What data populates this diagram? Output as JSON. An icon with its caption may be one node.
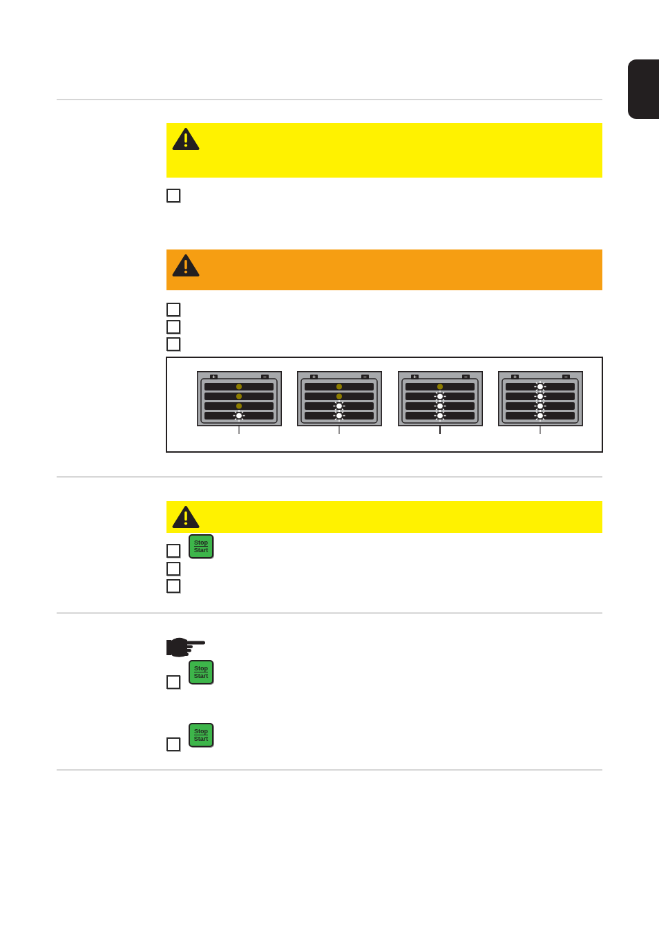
{
  "diagram": {
    "nodes": [
      {
        "text": [],
        "shape": "box"
      },
      {
        "text": [
          "Stop",
          "Start"
        ]
      },
      {
        "text": [
          "Stop",
          "Start"
        ]
      },
      {
        "text": [
          "Stop",
          "Start"
        ]
      }
    ],
    "labels": [
      "+",
      "−",
      "+",
      "−",
      "+",
      "−",
      "+",
      "−"
    ]
  }
}
